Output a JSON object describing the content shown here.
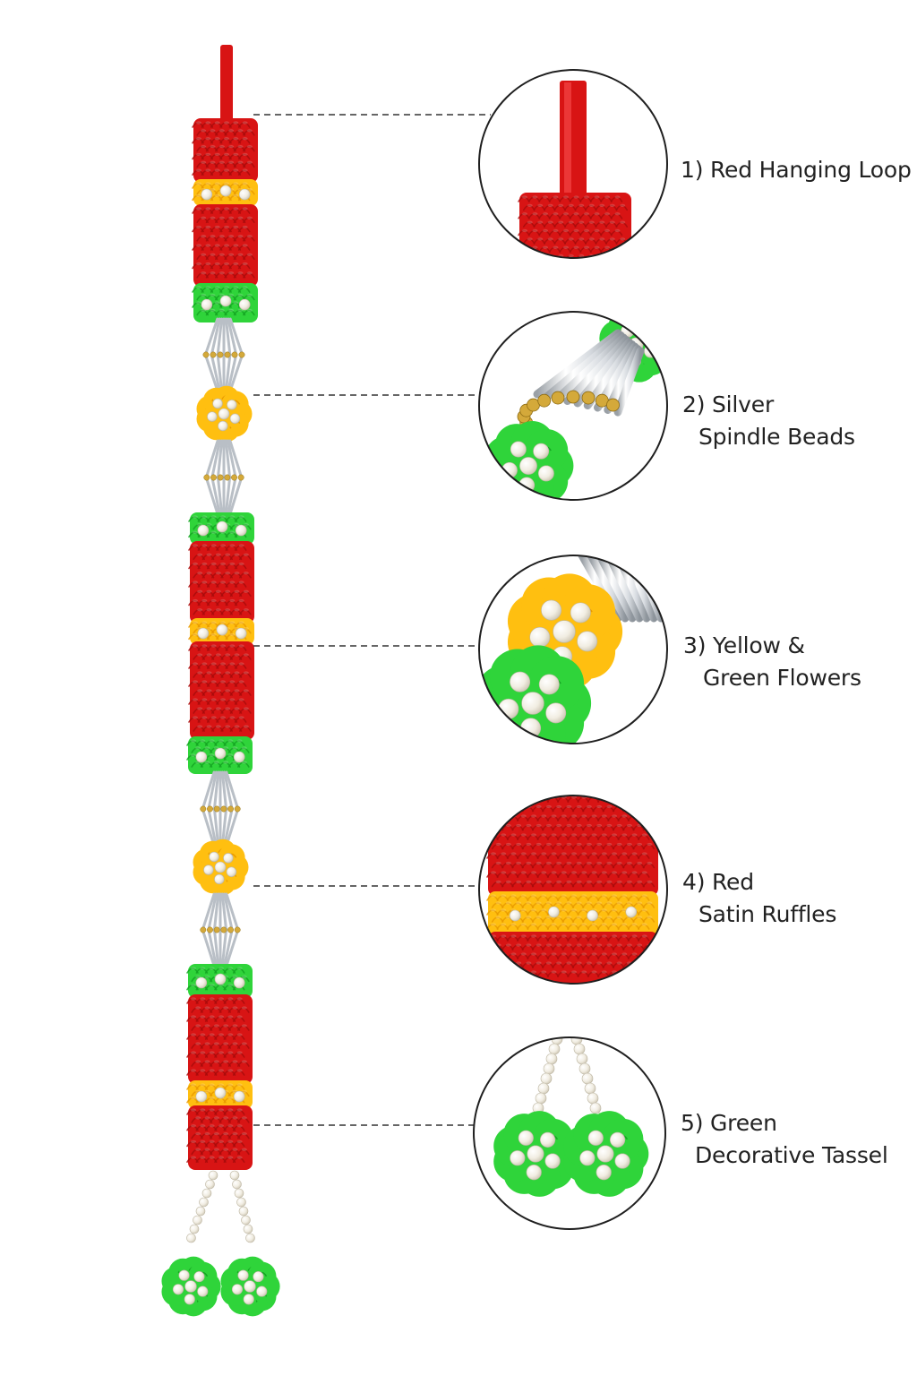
{
  "colors": {
    "background": "#ffffff",
    "red": "#d81414",
    "red_dark": "#a80c0c",
    "yellow": "#ffbf10",
    "yellow_dark": "#e99a00",
    "green": "#2fd43a",
    "green_dark": "#14a322",
    "pearl": "#f7f4ea",
    "silver": "#c9cdd2",
    "gold": "#d4a93a",
    "leader_line": "#333333",
    "callout_border": "#1f1f1f",
    "text": "#222222"
  },
  "callouts": [
    {
      "line1": "1) Red Hanging Loop",
      "line2": "",
      "icon": "red-hanging-loop-closeup-icon"
    },
    {
      "line1": "2) Silver",
      "line2": "Spindle Beads",
      "icon": "silver-spindle-beads-closeup-icon"
    },
    {
      "line1": "3) Yellow &",
      "line2": "Green Flowers",
      "icon": "yellow-green-flowers-closeup-icon"
    },
    {
      "line1": "4) Red",
      "line2": "Satin Ruffles",
      "icon": "red-satin-ruffles-closeup-icon"
    },
    {
      "line1": "5) Green",
      "line2": "Decorative Tassel",
      "icon": "green-decorative-tassel-closeup-icon"
    }
  ]
}
